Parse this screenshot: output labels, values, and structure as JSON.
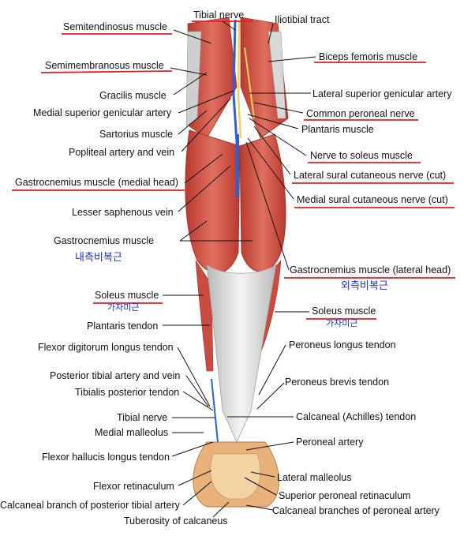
{
  "labels": {
    "tibial_nerve": "Tibial nerve",
    "iliotibial_tract": "Iliotibial tract",
    "semitendinosus": "Semitendinosus muscle",
    "semimembranosus": "Semimembranosus muscle",
    "biceps_femoris": "Biceps femoris muscle",
    "gracilis": "Gracilis muscle",
    "lat_sup_genicular": "Lateral superior genicular artery",
    "med_sup_genicular": "Medial superior genicular artery",
    "common_peroneal": "Common peroneal nerve",
    "plantaris": "Plantaris muscle",
    "sartorius": "Sartorius muscle",
    "popliteal": "Popliteal artery and vein",
    "nerve_soleus": "Nerve to soleus muscle",
    "lat_sural": "Lateral sural cutaneous nerve (cut)",
    "gastroc_medial": "Gastrocnemius muscle (medial head)",
    "med_sural": "Medial sural cutaneous nerve (cut)",
    "lesser_saphenous": "Lesser saphenous vein",
    "gastroc": "Gastrocnemius muscle",
    "gastroc_lateral": "Gastrocnemius muscle (lateral head)",
    "soleus_left": "Soleus muscle",
    "soleus_right": "Soleus muscle",
    "plantaris_tendon": "Plantaris tendon",
    "fdl_tendon": "Flexor digitorum longus tendon",
    "peroneus_longus": "Peroneus longus tendon",
    "post_tibial_av": "Posterior tibial artery and vein",
    "peroneus_brevis": "Peroneus brevis tendon",
    "tibialis_post": "Tibialis posterior tendon",
    "tibial_nerve_low": "Tibial nerve",
    "calcaneal_tendon": "Calcaneal (Achilles) tendon",
    "medial_malleolus": "Medial malleolus",
    "peroneal_artery": "Peroneal artery",
    "fhl_tendon": "Flexor hallucis longus tendon",
    "flexor_retinaculum": "Flexor retinaculum",
    "lateral_malleolus": "Lateral malleolus",
    "sup_peroneal_ret": "Superior peroneal retinaculum",
    "calc_branch_post_tib": "Calcaneal branch of posterior tibial artery",
    "calc_branches_peroneal": "Calcaneal branches of peroneal artery",
    "tuberosity": "Tuberosity of calcaneus"
  },
  "korean": {
    "medial_gastroc": "내측비복근",
    "lateral_gastroc": "외측비복근",
    "soleus_left": "가자미근",
    "soleus_right": "가자미근"
  },
  "colors": {
    "muscle": "#d9584a",
    "muscle_dark": "#b8392f",
    "tendon": "#eeeeee",
    "underline": "#e02020",
    "korean_text": "#1a2fd0"
  }
}
